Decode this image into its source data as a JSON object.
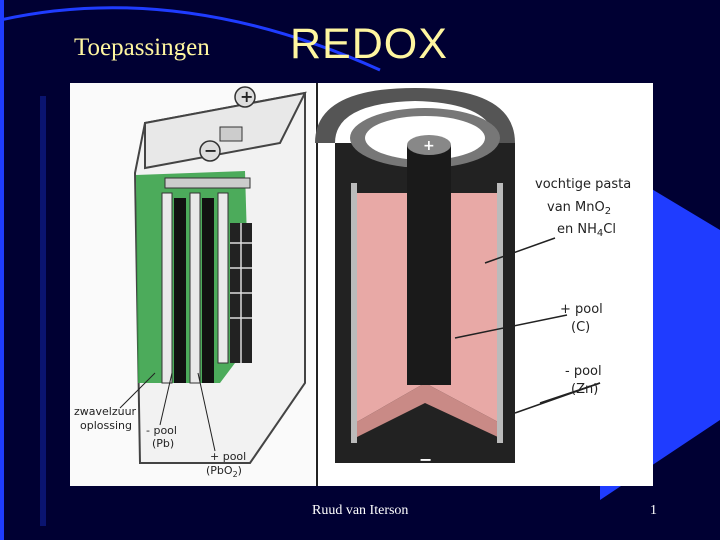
{
  "slide": {
    "subtitle": "Toepassingen",
    "title": "REDOX",
    "footer": "Ruud van Iterson",
    "page_number": "1"
  },
  "lead_battery": {
    "terminal_plus": "+",
    "terminal_minus": "−",
    "electrolyte_label_line1": "zwavelzuur",
    "electrolyte_label_line2": "oplossing",
    "negative_pole_line1": "- pool",
    "negative_pole_line2": "(Pb)",
    "positive_pole_line1": "+ pool",
    "positive_pole_line2": "(PbO",
    "positive_pole_sub": "2",
    "positive_pole_close": ")"
  },
  "dry_cell": {
    "cap_plus": "+",
    "bottom_minus": "−",
    "paste_line1": "vochtige pasta",
    "paste_line2": "van MnO",
    "paste_sub": "2",
    "paste_line3": "en NH",
    "paste_sub2": "4",
    "paste_line3_end": "Cl",
    "plus_pole_line1": "+ pool",
    "plus_pole_line2": "(C)",
    "minus_pole_line1": "- pool",
    "minus_pole_line2": "(Zn)"
  },
  "colors": {
    "background": "#000033",
    "title_text": "#fff6a0",
    "accent_blue": "#1f3cff",
    "paste_pink": "#e8a9a6",
    "electrolyte_green": "#3aa34a"
  }
}
